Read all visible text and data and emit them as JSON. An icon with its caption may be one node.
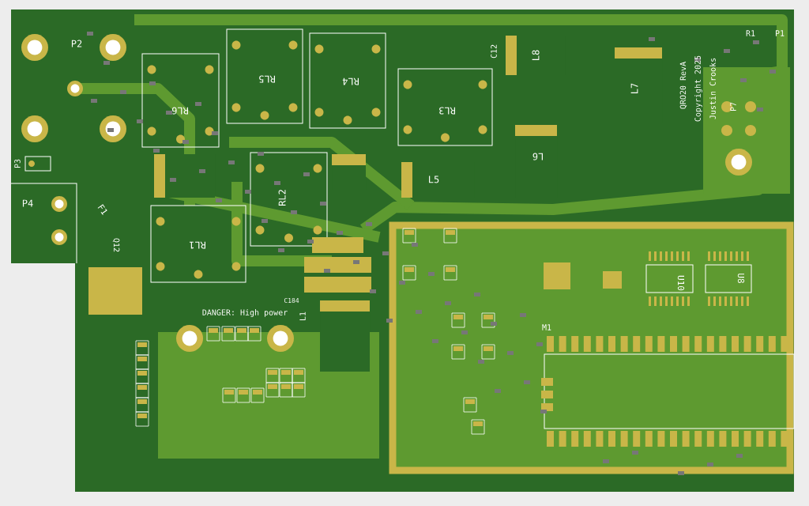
{
  "diagram": {
    "labels": [
      "P2",
      "RL5",
      "RL4",
      "C12",
      "L8",
      "R1",
      "P1",
      "RL6",
      "L7",
      "QRO20 RevA",
      "Copyright 2025",
      "Justin Crooks",
      "P7",
      "RL3",
      "L6",
      "P3",
      "L5",
      "RL2",
      "P4",
      "F1",
      "Q12",
      "RL1",
      "U10",
      "U8",
      "C184",
      "DANGER: High power",
      "L1",
      "M1"
    ]
  }
}
